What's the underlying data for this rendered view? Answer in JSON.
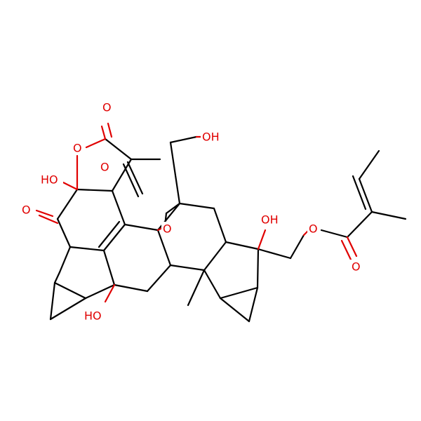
{
  "molecule": {
    "atom_labels": {
      "o_carbonyl_top": "O",
      "o_ring_lactone": "O",
      "o_carbonyl_exo": "O",
      "oh_hydroxymethyl": "OH",
      "oh_top_left": "HO",
      "o_ketone_left": "O",
      "o_ether_center": "O",
      "oh_right": "OH",
      "o_ester": "O",
      "o_ester_carbonyl": "O",
      "oh_bottom_left": "HO"
    },
    "colors": {
      "bond": "#000000",
      "heteroatom_oxygen": "#e00000",
      "background": "#ffffff"
    }
  }
}
